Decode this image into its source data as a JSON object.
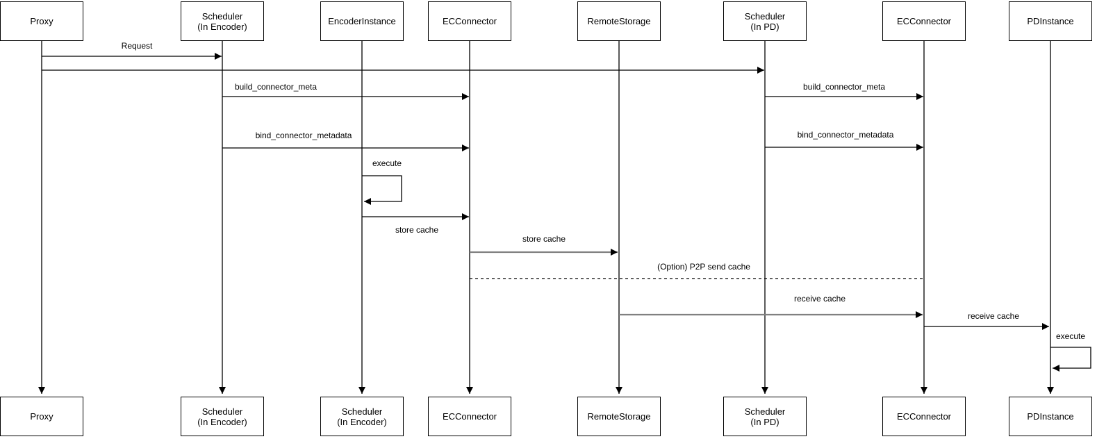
{
  "diagram_type": "uml-sequence",
  "colors": {
    "line": "#000000",
    "emphasis_line": "#808080",
    "background": "#ffffff",
    "text": "#000000"
  },
  "actors_top": [
    {
      "label": "Proxy"
    },
    {
      "label": "Scheduler\n(In Encoder)"
    },
    {
      "label": "EncoderInstance"
    },
    {
      "label": "ECConnector"
    },
    {
      "label": "RemoteStorage"
    },
    {
      "label": "Scheduler\n(In PD)"
    },
    {
      "label": "ECConnector"
    },
    {
      "label": "PDInstance"
    }
  ],
  "actors_bottom": [
    {
      "label": "Proxy"
    },
    {
      "label": "Scheduler\n(In Encoder)"
    },
    {
      "label": "Scheduler\n(In Encoder)"
    },
    {
      "label": "ECConnector"
    },
    {
      "label": "RemoteStorage"
    },
    {
      "label": "Scheduler\n(In PD)"
    },
    {
      "label": "ECConnector"
    },
    {
      "label": "PDInstance"
    }
  ],
  "messages": [
    {
      "label": "Request",
      "from": "Proxy",
      "to": "Scheduler (In Encoder)",
      "line": "solid"
    },
    {
      "label": "",
      "from": "Proxy",
      "to": "Scheduler (In PD)",
      "line": "solid"
    },
    {
      "label": "build_connector_meta",
      "from": "Scheduler (In Encoder)",
      "to": "ECConnector",
      "line": "solid"
    },
    {
      "label": "build_connector_meta",
      "from": "Scheduler (In PD)",
      "to": "ECConnector (PD side)",
      "line": "solid"
    },
    {
      "label": "bind_connector_metadata",
      "from": "Scheduler (In Encoder)",
      "to": "ECConnector",
      "line": "solid"
    },
    {
      "label": "bind_connector_metadata",
      "from": "Scheduler (In PD)",
      "to": "ECConnector (PD side)",
      "line": "solid"
    },
    {
      "label": "execute",
      "from": "EncoderInstance",
      "to": "EncoderInstance",
      "line": "self"
    },
    {
      "label": "store cache",
      "from": "EncoderInstance",
      "to": "ECConnector",
      "line": "solid"
    },
    {
      "label": "store cache",
      "from": "ECConnector",
      "to": "RemoteStorage",
      "line": "solid-gray"
    },
    {
      "label": "(Option) P2P send cache",
      "from": "ECConnector",
      "to": "ECConnector (PD side)",
      "line": "dashed"
    },
    {
      "label": "receive cache",
      "from": "RemoteStorage",
      "to": "ECConnector (PD side)",
      "line": "solid-gray"
    },
    {
      "label": "receive cache",
      "from": "ECConnector (PD side)",
      "to": "PDInstance",
      "line": "solid"
    },
    {
      "label": "execute",
      "from": "PDInstance",
      "to": "PDInstance",
      "line": "self"
    }
  ]
}
